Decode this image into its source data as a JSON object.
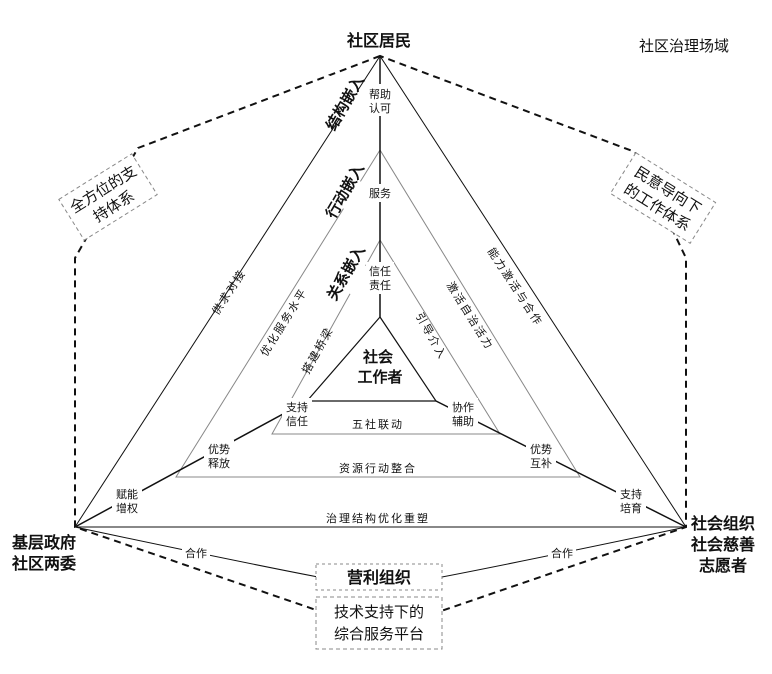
{
  "title": "社区治理场域",
  "nodes": {
    "top": "社区居民",
    "left": [
      "基层政府",
      "社区两委"
    ],
    "right": [
      "社会组织",
      "社会慈善",
      "志愿者"
    ],
    "center": [
      "社会",
      "工作者"
    ]
  },
  "dashed_boxes": {
    "left_box": [
      "全方位的支",
      "持体系"
    ],
    "right_box": [
      "民意导向下",
      "的工作体系"
    ],
    "bottom_box": [
      "技术支持下的",
      "综合服务平台"
    ]
  },
  "for_profit": "营利组织",
  "cooperation_left": "合作",
  "cooperation_right": "合作",
  "embedding": {
    "structural": "结构嵌入",
    "action": "行动嵌入",
    "relational": "关系嵌入"
  },
  "vertical_labels": {
    "outer": [
      "帮助",
      "认可"
    ],
    "middle": "服务",
    "inner": [
      "信任",
      "责任"
    ]
  },
  "left_edge_labels": {
    "outer": "供求对接",
    "middle": "优化服务水平",
    "inner": "搭建桥梁"
  },
  "right_edge_labels": {
    "outer": "能力激活与合作",
    "middle": "激活自治活力",
    "inner": "引导介入"
  },
  "bottom_edge_labels": {
    "inner": "五社联动",
    "middle": "资源行动整合",
    "outer": "治理结构优化重塑"
  },
  "left_spoke_labels": {
    "inner": [
      "支持",
      "信任"
    ],
    "middle": [
      "优势",
      "释放"
    ],
    "outer": [
      "赋能",
      "增权"
    ]
  },
  "right_spoke_labels": {
    "inner": [
      "协作",
      "辅助"
    ],
    "middle": [
      "优势",
      "互补"
    ],
    "outer": [
      "支持",
      "培育"
    ]
  }
}
